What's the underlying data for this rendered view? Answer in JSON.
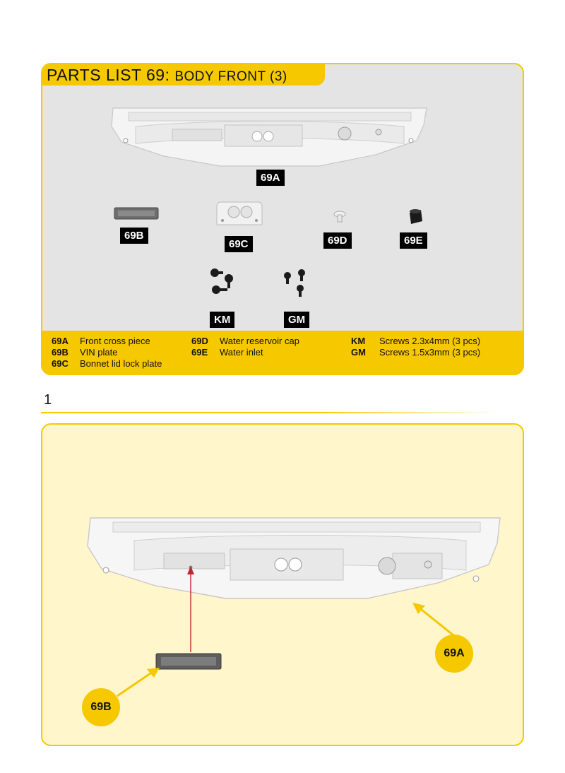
{
  "parts_list": {
    "title_main": "PARTS LIST 69:",
    "title_sub": "BODY FRONT (3)",
    "labels": {
      "69A": "69A",
      "69B": "69B",
      "69C": "69C",
      "69D": "69D",
      "69E": "69E",
      "KM": "KM",
      "GM": "GM"
    },
    "legend": [
      {
        "code": "69A",
        "desc": "Front cross piece"
      },
      {
        "code": "69B",
        "desc": "VIN plate"
      },
      {
        "code": "69C",
        "desc": "Bonnet lid lock plate"
      },
      {
        "code": "69D",
        "desc": "Water reservoir cap"
      },
      {
        "code": "69E",
        "desc": "Water inlet"
      },
      {
        "code": "KM",
        "desc": "Screws 2.3x4mm (3 pcs)"
      },
      {
        "code": "GM",
        "desc": "Screws 1.5x3mm (3 pcs)"
      }
    ]
  },
  "step": {
    "number": "1",
    "callouts": {
      "part_a": "69A",
      "part_b": "69B"
    }
  },
  "colors": {
    "accent_yellow": "#f6c800",
    "panel_grey": "#e4e4e4",
    "step_bg": "#fff6cc",
    "arrow_red": "#c0262d"
  }
}
